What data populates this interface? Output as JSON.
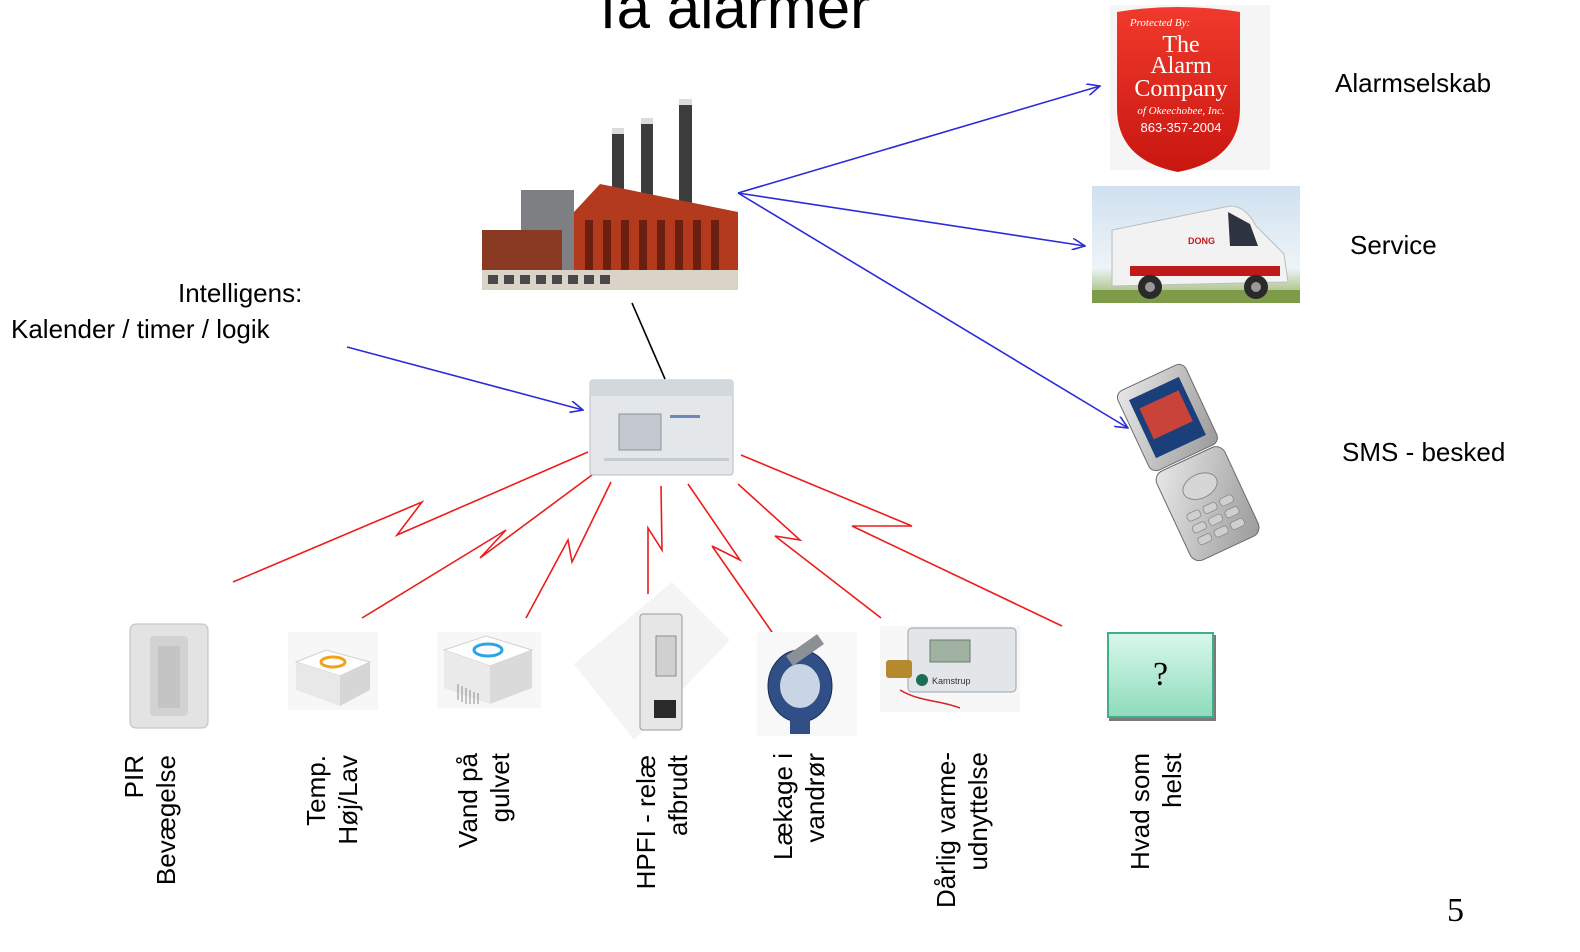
{
  "slide": {
    "title": "få alarmer",
    "page_number": "5"
  },
  "intelligence": {
    "line1": "Intelligens:",
    "line2": "Kalender / timer / logik"
  },
  "alarm_logo": {
    "protected_by": "Protected By:",
    "the": "The",
    "alarm": "Alarm",
    "company": "Company",
    "location": "of Okeechobee, Inc.",
    "phone": "863-357-2004"
  },
  "van_logo": "DONG",
  "recipients": [
    {
      "label": "Alarmselskab"
    },
    {
      "label": "Service"
    },
    {
      "label": "SMS - besked"
    }
  ],
  "sensors": [
    {
      "line1": "PIR",
      "line2": "Bevægelse"
    },
    {
      "line1": "Temp.",
      "line2": "Høj/Lav"
    },
    {
      "line1": "Vand på",
      "line2": "gulvet"
    },
    {
      "line1": "HPFI - relæ",
      "line2": "afbrudt"
    },
    {
      "line1": "Lækage i",
      "line2": "vandrør"
    },
    {
      "line1": "Dårlig varme-",
      "line2": "udnyttelse"
    },
    {
      "line1": "Hvad som",
      "line2": "helst"
    }
  ],
  "unknown_sensor_symbol": "?",
  "meter_brand": "Kamstrup",
  "colors": {
    "blue_link": "#2b2bd9",
    "red_link": "#ee1c1c",
    "black_link": "#000000",
    "shield_red": "#e0201b",
    "question_box": "#a8e8cc"
  },
  "icons": {
    "plant": "power-plant-icon",
    "controller": "controller-unit-icon",
    "shield": "alarm-company-shield-icon",
    "van": "service-van-icon",
    "phone": "flip-phone-icon"
  }
}
